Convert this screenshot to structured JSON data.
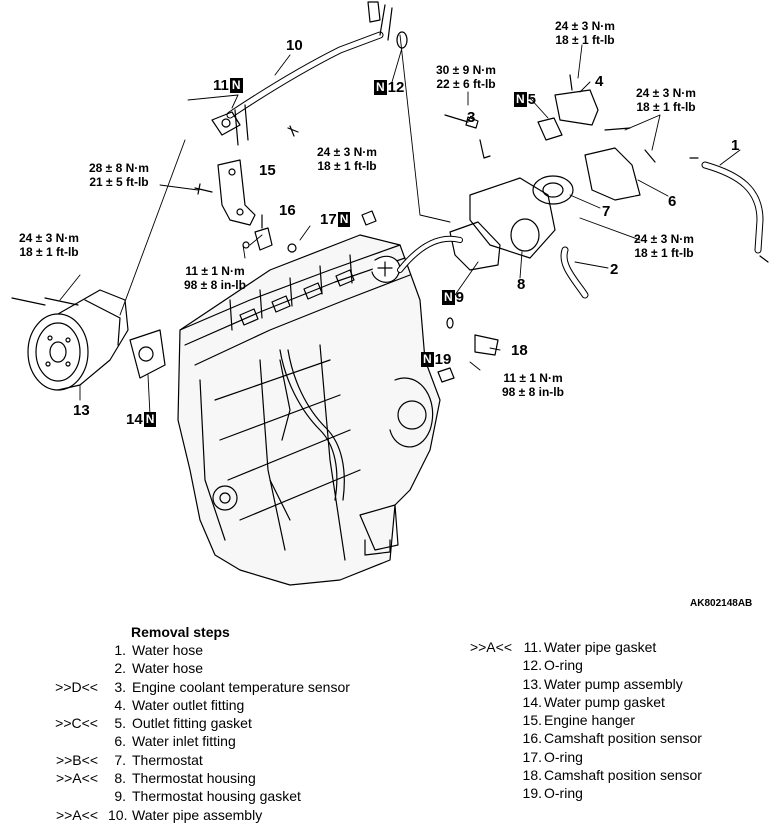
{
  "figure_code": "AK802148AB",
  "callouts": {
    "c1": "1",
    "c2": "2",
    "c3": "3",
    "c4": "4",
    "c5": "5",
    "c6": "6",
    "c7": "7",
    "c8": "8",
    "c9": "9",
    "c10": "10",
    "c11": "11",
    "c12": "12",
    "c13": "13",
    "c14": "14",
    "c15": "15",
    "c16": "16",
    "c17": "17",
    "c18": "18",
    "c19": "19",
    "n": "N"
  },
  "torque_specs": {
    "t1": {
      "nm": "24 ± 3 N·m",
      "ft": "18 ± 1 ft-lb"
    },
    "t2": {
      "nm": "30 ± 9 N·m",
      "ft": "22 ± 6 ft-lb"
    },
    "t3": {
      "nm": "24 ± 3 N·m",
      "ft": "18 ± 1 ft-lb"
    },
    "t4": {
      "nm": "24 ± 3 N·m",
      "ft": "18 ± 1 ft-lb"
    },
    "t5": {
      "nm": "28 ± 8 N·m",
      "ft": "21 ± 5 ft-lb"
    },
    "t6": {
      "nm": "24 ± 3 N·m",
      "ft": "18 ± 1 ft-lb"
    },
    "t7": {
      "nm": "24 ± 3 N·m",
      "ft": "18 ± 1 ft-lb"
    },
    "t8": {
      "nm": "11 ± 1 N·m",
      "ft": "98 ± 8 in-lb"
    },
    "t9": {
      "nm": "11 ± 1 N·m",
      "ft": "98 ± 8 in-lb"
    }
  },
  "removal": {
    "title": "Removal steps",
    "left": [
      {
        "mark": "",
        "num": "1.",
        "label": "Water hose"
      },
      {
        "mark": "",
        "num": "2.",
        "label": "Water hose"
      },
      {
        "mark": ">>D<<",
        "num": "3.",
        "label": "Engine coolant temperature sensor"
      },
      {
        "mark": "",
        "num": "4.",
        "label": "Water outlet fitting"
      },
      {
        "mark": ">>C<<",
        "num": "5.",
        "label": "Outlet fitting gasket"
      },
      {
        "mark": "",
        "num": "6.",
        "label": "Water inlet fitting"
      },
      {
        "mark": ">>B<<",
        "num": "7.",
        "label": "Thermostat"
      },
      {
        "mark": ">>A<<",
        "num": "8.",
        "label": "Thermostat housing"
      },
      {
        "mark": "",
        "num": "9.",
        "label": "Thermostat housing gasket"
      },
      {
        "mark": ">>A<<",
        "num": "10.",
        "label": "Water pipe assembly"
      }
    ],
    "right": [
      {
        "mark": ">>A<<",
        "num": "11.",
        "label": "Water pipe gasket"
      },
      {
        "mark": "",
        "num": "12.",
        "label": "O-ring"
      },
      {
        "mark": "",
        "num": "13.",
        "label": "Water pump assembly"
      },
      {
        "mark": "",
        "num": "14.",
        "label": "Water pump gasket"
      },
      {
        "mark": "",
        "num": "15.",
        "label": "Engine hanger"
      },
      {
        "mark": "",
        "num": "16.",
        "label": "Camshaft position sensor"
      },
      {
        "mark": "",
        "num": "17.",
        "label": "O-ring"
      },
      {
        "mark": "",
        "num": "18.",
        "label": "Camshaft position sensor"
      },
      {
        "mark": "",
        "num": "19.",
        "label": "O-ring"
      }
    ]
  }
}
